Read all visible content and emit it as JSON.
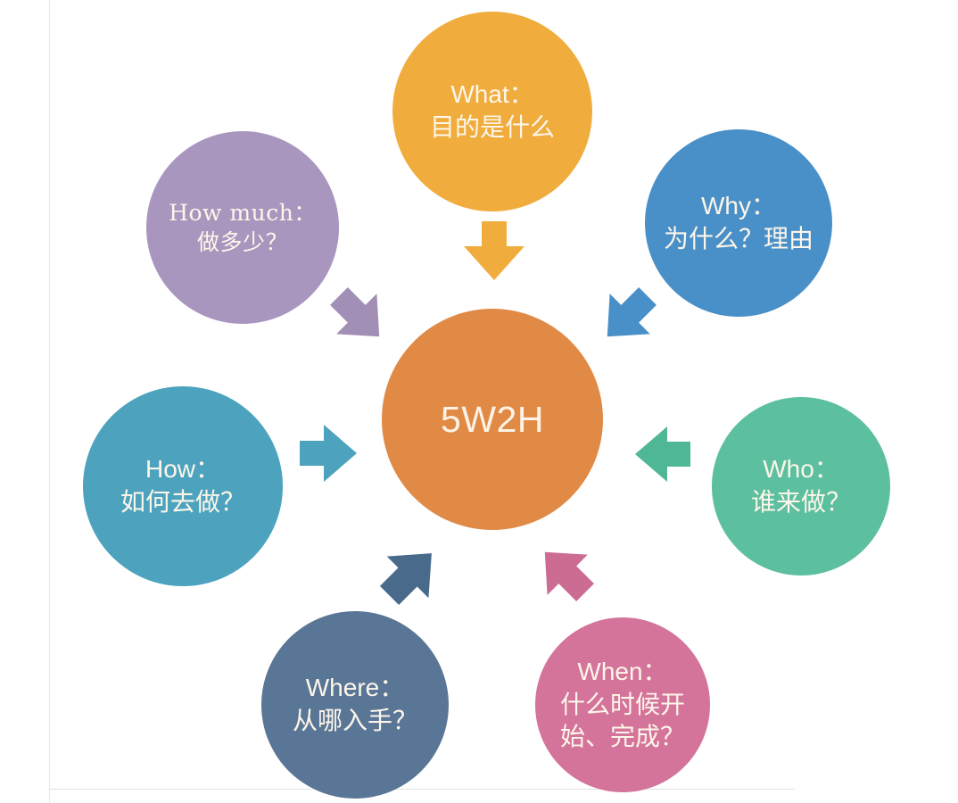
{
  "diagram": {
    "title": "5W2H",
    "center": {
      "id": "center",
      "label": "5W2H",
      "color": "#E18A46"
    },
    "nodes": [
      {
        "id": "what",
        "label": "What：\n目的是什么",
        "color": "#F0AD3E",
        "arrow_color": "#F0AD3E",
        "arrow_direction": "down"
      },
      {
        "id": "why",
        "label": "Why：\n为什么？理由",
        "color": "#4A90C8",
        "arrow_color": "#4A90C8",
        "arrow_direction": "down-left"
      },
      {
        "id": "who",
        "label": "Who：\n谁来做？",
        "color": "#5CBF9F",
        "arrow_color": "#4FB796",
        "arrow_direction": "left"
      },
      {
        "id": "when",
        "label": "When：\n什么时候开\n始、完成？",
        "color": "#D4749A",
        "arrow_color": "#CC6C93",
        "arrow_direction": "up-left"
      },
      {
        "id": "where",
        "label": "Where：\n从哪入手？",
        "color": "#5A7696",
        "arrow_color": "#4A6A8C",
        "arrow_direction": "up-right"
      },
      {
        "id": "how",
        "label": "How：\n如何去做？",
        "color": "#4DA3BE",
        "arrow_color": "#4DA3BE",
        "arrow_direction": "right"
      },
      {
        "id": "howmuch",
        "label": "How much：\n做多少？",
        "color": "#A996BE",
        "arrow_color": "#A18FB6",
        "arrow_direction": "down-right"
      }
    ],
    "background_color": "#FFFFFF",
    "text_color": "#FDF6EA"
  }
}
